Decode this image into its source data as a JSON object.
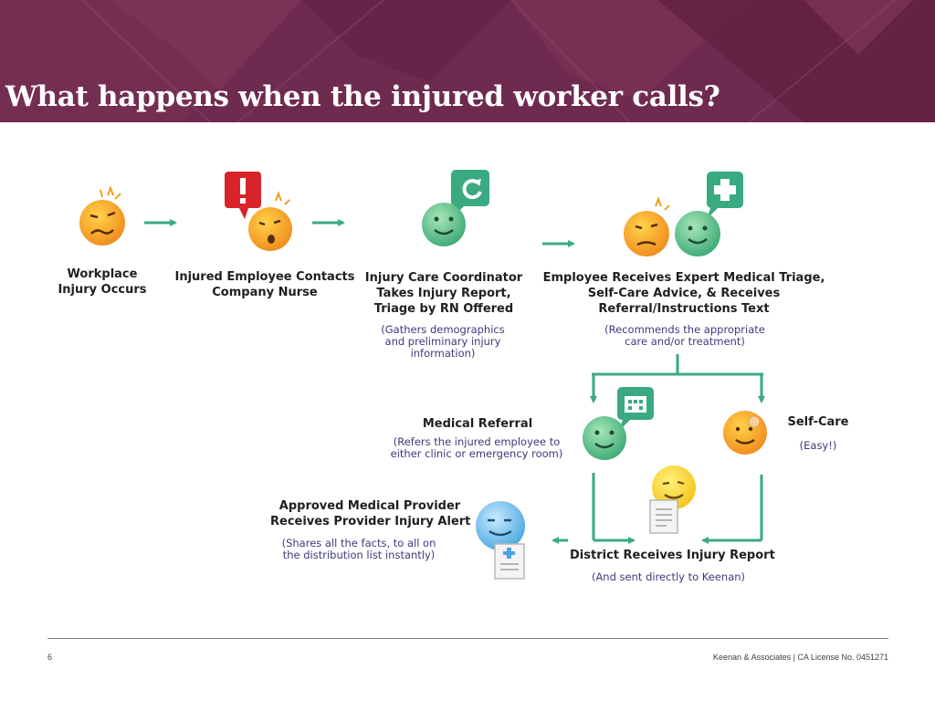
{
  "slide": {
    "title": "What happens when the injured worker calls?",
    "page_number": "6",
    "footer": "Keenan & Associates  |  CA License No. 0451271",
    "colors": {
      "header_bg": "#6e2a4f",
      "arrow_green": "#3aaa80",
      "note_purple": "#3d3a7d"
    }
  },
  "flow": {
    "step1": {
      "label_line1": "Workplace",
      "label_line2": "Injury Occurs",
      "icon": "injured-face-icon"
    },
    "step2": {
      "label_line1": "Injured Employee Contacts",
      "label_line2": "Company Nurse",
      "icon": "alert-face-icon"
    },
    "step3": {
      "label_line1": "Injury Care Coordinator",
      "label_line2": "Takes Injury Report,",
      "label_line3": "Triage by RN Offered",
      "note_line1": "(Gathers demographics",
      "note_line2": "and preliminary injury",
      "note_line3": "information)",
      "icon": "coordinator-face-icon"
    },
    "step4": {
      "label_line1": "Employee Receives Expert Medical Triage,",
      "label_line2": "Self-Care Advice, & Receives",
      "label_line3": "Referral/Instructions Text",
      "note_line1": "(Recommends the appropriate",
      "note_line2": "care and/or treatment)",
      "icon": "nurse-and-patient-icon"
    },
    "medical_referral": {
      "label": "Medical Referral",
      "note_line1": "(Refers the injured employee to",
      "note_line2": "either clinic or emergency room)",
      "icon": "hospital-face-icon"
    },
    "self_care": {
      "label": "Self-Care",
      "note": "(Easy!)",
      "icon": "bandaged-face-icon"
    },
    "provider": {
      "label_line1": "Approved Medical Provider",
      "label_line2": "Receives Provider Injury Alert",
      "note_line1": "(Shares all the facts, to all on",
      "note_line2": "the distribution list instantly)",
      "icon": "provider-face-icon"
    },
    "district": {
      "label": "District Receives Injury Report",
      "note": "(And sent directly to Keenan)",
      "icon": "report-face-icon"
    }
  }
}
